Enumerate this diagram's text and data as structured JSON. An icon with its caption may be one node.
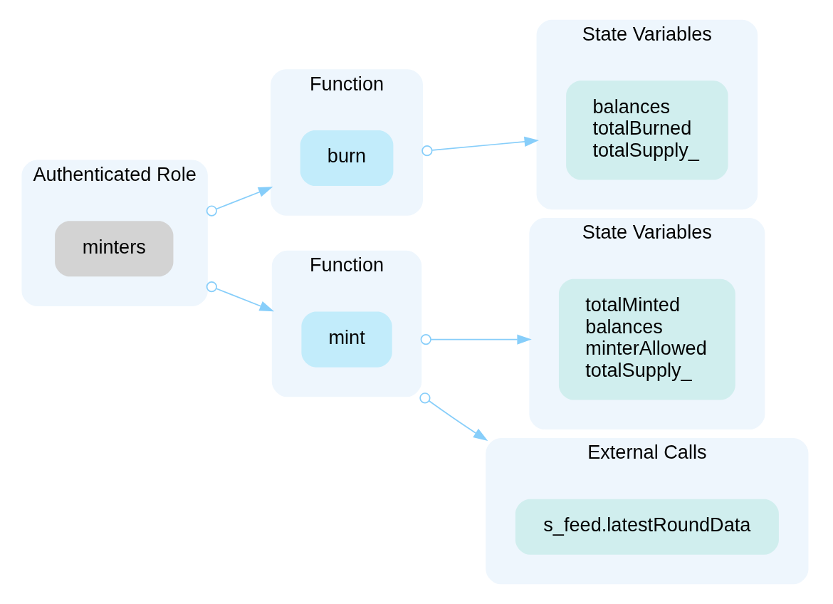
{
  "diagram": {
    "nodes": [
      {
        "text": [
          "Authenticated Role"
        ]
      },
      {
        "text": [
          "minters"
        ],
        "in": 0
      },
      {
        "text": [
          "Function"
        ]
      },
      {
        "text": [
          "burn"
        ],
        "in": 2
      },
      {
        "text": [
          "Function"
        ]
      },
      {
        "text": [
          "mint"
        ],
        "in": 4
      },
      {
        "text": [
          "State Variables"
        ]
      },
      {
        "text": [
          "balances",
          "totalBurned",
          "totalSupply_"
        ],
        "in": 6
      },
      {
        "text": [
          "State Variables"
        ]
      },
      {
        "text": [
          "totalMinted",
          "balances",
          "minterAllowed",
          "totalSupply_"
        ],
        "in": 8
      },
      {
        "text": [
          "External Calls"
        ]
      },
      {
        "text": [
          "s_feed.latestRoundData"
        ],
        "in": 10
      }
    ],
    "edges": [
      {
        "from": 0,
        "to": 2,
        "arrow": "to"
      },
      {
        "from": 0,
        "to": 4,
        "arrow": "to"
      },
      {
        "from": 2,
        "to": 6,
        "arrow": "to"
      },
      {
        "from": 4,
        "to": 8,
        "arrow": "to"
      },
      {
        "from": 4,
        "to": 10,
        "arrow": "to"
      }
    ]
  }
}
